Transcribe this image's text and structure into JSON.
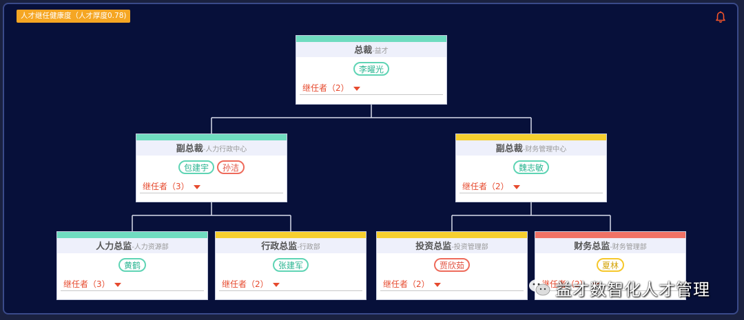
{
  "header": {
    "health_label": "人才继任健康度（人才厚度0.78)"
  },
  "colors": {
    "green": "#6fdcc0",
    "yellow": "#f6cf2e",
    "red": "#f07265",
    "accent": "#f5a623",
    "background": "#07103a"
  },
  "icons": {
    "alert": "bell-icon",
    "watermark": "wechat-icon"
  },
  "cards": {
    "ceo": {
      "title": "总裁",
      "dept": "-益才",
      "bar": "green",
      "people": [
        {
          "name": "李曜光",
          "tone": "green"
        }
      ],
      "successor_label": "继任者（2）"
    },
    "vp_hr": {
      "title": "副总裁",
      "dept": "-人力行政中心",
      "bar": "green",
      "people": [
        {
          "name": "包建宇",
          "tone": "green"
        },
        {
          "name": "孙洁",
          "tone": "red"
        }
      ],
      "successor_label": "继任者（3）"
    },
    "vp_fin": {
      "title": "副总裁",
      "dept": "-财务管理中心",
      "bar": "yellow",
      "people": [
        {
          "name": "魏志敏",
          "tone": "green"
        }
      ],
      "successor_label": "继任者（2）"
    },
    "hr_dir": {
      "title": "人力总监",
      "dept": "-人力资源部",
      "bar": "green",
      "people": [
        {
          "name": "黄鹤",
          "tone": "green"
        }
      ],
      "successor_label": "继任者（3）"
    },
    "admin_dir": {
      "title": "行政总监",
      "dept": "-行政部",
      "bar": "yellow",
      "people": [
        {
          "name": "张建军",
          "tone": "green"
        }
      ],
      "successor_label": "继任者（2）"
    },
    "invest_dir": {
      "title": "投资总监",
      "dept": "-投资管理部",
      "bar": "yellow",
      "people": [
        {
          "name": "贾欣茹",
          "tone": "red"
        }
      ],
      "successor_label": "继任者（2）"
    },
    "fin_dir": {
      "title": "财务总监",
      "dept": "-财务管理部",
      "bar": "red",
      "people": [
        {
          "name": "夏林",
          "tone": "yellow"
        }
      ],
      "successor_label": "继任者（2）"
    }
  },
  "watermark": {
    "text": "益才数智化人才管理"
  }
}
